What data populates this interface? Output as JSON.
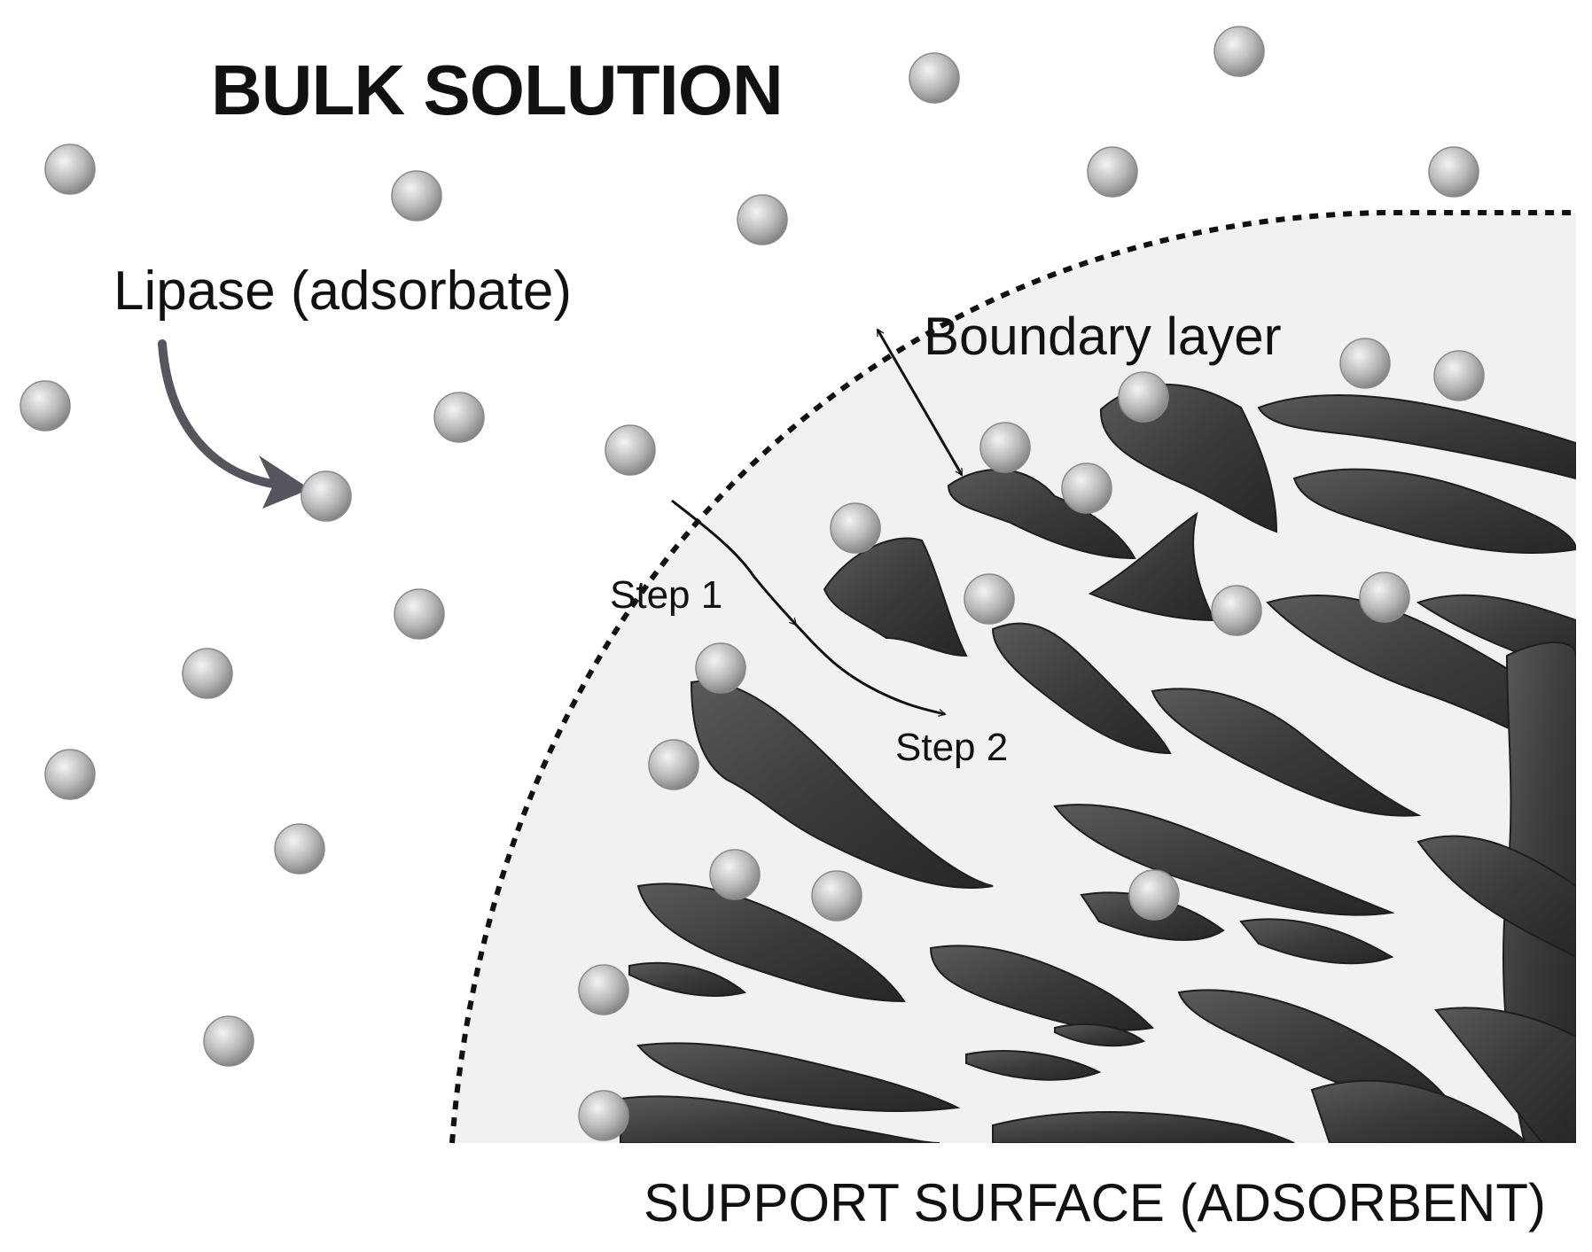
{
  "labels": {
    "title": "BULK SOLUTION",
    "adsorbate": "Lipase (adsorbate)",
    "boundary": "Boundary layer",
    "step1": "Step 1",
    "step2": "Step 2",
    "support": "SUPPORT SURFACE (ADSORBENT)"
  },
  "colors": {
    "background": "#ffffff",
    "boundary_region": "#f1f1f1",
    "adsorbent": "#3c3c3c",
    "particle": "#b9b9b9",
    "ink": "#111111"
  },
  "icons": {
    "particle": "sphere-particle",
    "adsorbate_pointer": "curved-arrow",
    "boundary_marker": "double-headed-arrow",
    "diffusion_path": "wavy-arrow"
  }
}
